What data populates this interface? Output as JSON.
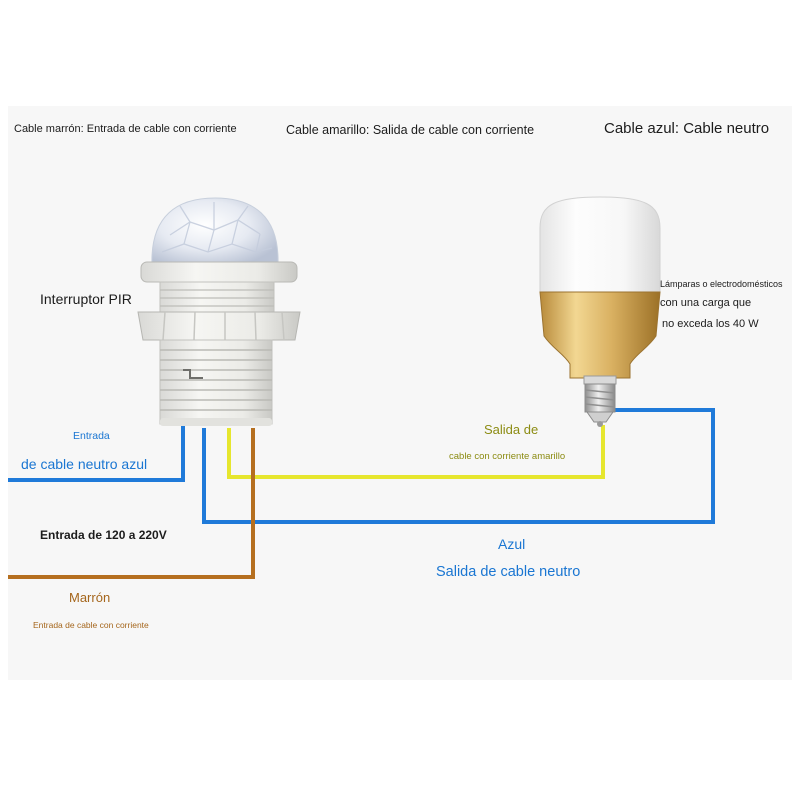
{
  "colors": {
    "blue_wire": "#1f7ad9",
    "yellow_wire": "#e6e62e",
    "brown_wire": "#b56f1f",
    "blue_text": "#1a76d2",
    "olive_text": "#8c8c13",
    "brown_text": "#a5661c"
  },
  "legend": {
    "brown": "Cable marrón: Entrada de cable con corriente",
    "yellow": "Cable amarillo: Salida de cable con corriente",
    "blue": "Cable azul: Cable neutro"
  },
  "pir": {
    "label": "Interruptor PIR",
    "icon": "pir-sensor-icon"
  },
  "lamp": {
    "note_line1": "Lámparas o electrodomésticos",
    "note_line2": "con una carga que",
    "note_line3": "no exceda los 40 W",
    "icon": "led-bulb-icon"
  },
  "labels": {
    "neutral_in_line1": "Entrada",
    "neutral_in_line2": "de cable neutro azul",
    "voltage": "Entrada de 120 a 220V",
    "brown_title": "Marrón",
    "brown_sub": "Entrada de cable con corriente",
    "yellow_title": "Salida de",
    "yellow_sub": "cable con corriente amarillo",
    "blue_title": "Azul",
    "blue_sub": "Salida de cable neutro"
  }
}
